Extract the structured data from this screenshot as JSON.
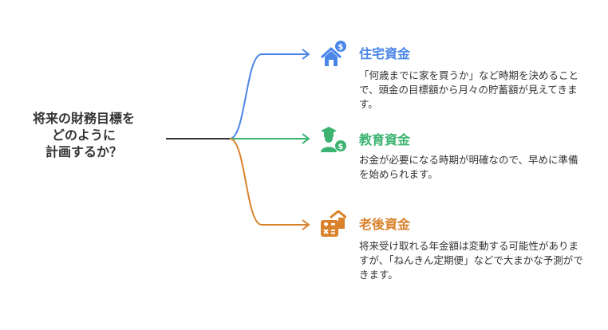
{
  "root": {
    "lines": [
      "将来の財務目標を",
      "どのように",
      "計画するか？"
    ]
  },
  "branches": [
    {
      "title": "住宅資金",
      "description": "「何歳までに家を買うか」など時期を決めることで、頭金の目標額から月々の貯蓄額が見えてきます。",
      "icon": "house-dollar-icon",
      "color": "#4a86e8"
    },
    {
      "title": "教育資金",
      "description": "お金が必要になる時期が明確なので、早めに準備を始められます。",
      "icon": "graduate-dollar-icon",
      "color": "#3cb371"
    },
    {
      "title": "老後資金",
      "description": "将来受け取れる年金額は変動する可能性がありますが、「ねんきん定期便」などで大まかな予測ができます。",
      "icon": "house-calculator-icon",
      "color": "#d9822b"
    }
  ]
}
